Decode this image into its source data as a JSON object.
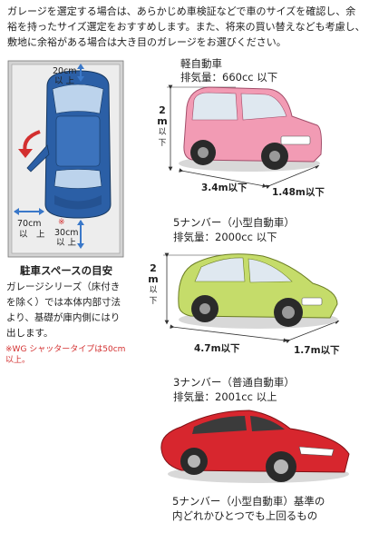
{
  "intro_text": "ガレージを選定する場合は、あらかじめ車検証などで車のサイズを確認し、余裕を持ったサイズ選定をおすすめします。また、将来の買い替えなども考慮し、敷地に余裕がある場合は大き目のガレージをお選びください。",
  "parking": {
    "top_clearance": "20cm",
    "top_clearance_sub": "以 上",
    "side_clearance": "70cm",
    "side_clearance_sub": "以　上",
    "rear_clearance": "30cm",
    "rear_clearance_sub": "以 上",
    "rear_mark": "※",
    "title": "駐車スペースの目安",
    "description": "ガレージシリーズ（床付きを除く）では本体内部寸法より、基礎が庫内側にはり出します。",
    "note": "※WG シャッタータイプは50cm 以上。"
  },
  "cars": [
    {
      "name": "軽自動車",
      "displacement": "排気量：660cc 以下",
      "height_value": "2",
      "height_unit": "m",
      "height_sub": "以下",
      "length": "3.4m以下",
      "width": "1.48m以下",
      "color": "#f29bb4"
    },
    {
      "name": "5ナンバー（小型自動車）",
      "displacement": "排気量：2000cc 以下",
      "height_value": "2",
      "height_unit": "m",
      "height_sub": "以下",
      "length": "4.7m以下",
      "width": "1.7m以下",
      "color": "#c5dc6a"
    },
    {
      "name": "3ナンバー（普通自動車）",
      "displacement": "排気量：2001cc 以上",
      "footer_line1": "5ナンバー（小型自動車）基準の",
      "footer_line2": "内どれかひとつでも上回るもの",
      "color": "#d7262e"
    }
  ],
  "icons": [
    "arrow-up-icon",
    "arrow-down-icon",
    "arrow-left-icon",
    "door-swing-arrow-icon"
  ]
}
